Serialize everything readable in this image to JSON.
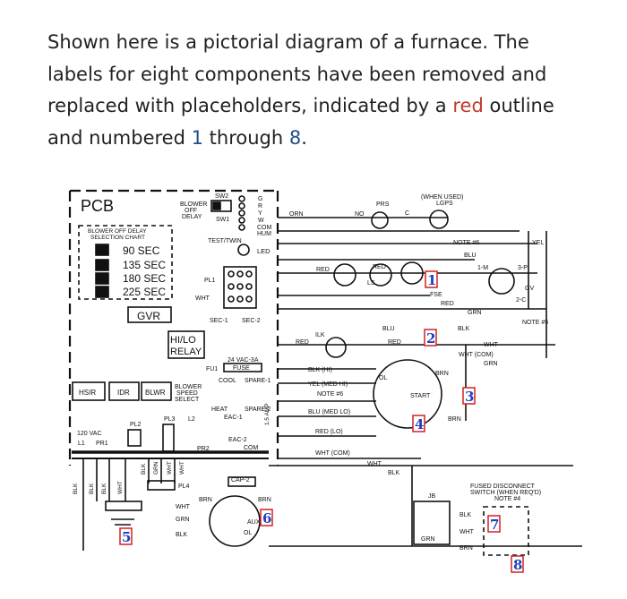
{
  "intro": {
    "part1": "Shown here is a pictorial diagram of a furnace.  The labels for eight components have been removed and replaced with placeholders, indicated by a ",
    "red_word": "red",
    "part2": " outline and numbered ",
    "num_first": "1",
    "part3": " through ",
    "num_last": "8",
    "part4": "."
  },
  "colors": {
    "red": "#c0392b",
    "blue": "#1f4e8c",
    "placeholder_outline": "#d42020",
    "placeholder_text": "#1f3fbf"
  },
  "diagram": {
    "pcb": "PCB",
    "blower_off_delay_label": "BLOWER OFF DELAY",
    "selection_chart_1": "BLOWER OFF DELAY",
    "selection_chart_2": "SELECTION CHART",
    "delays": [
      "90  SEC",
      "135 SEC",
      "180 SEC",
      "225 SEC"
    ],
    "gvr": "GVR",
    "hi_lo_1": "HI/LO",
    "hi_lo_2": "RELAY",
    "sw2": "SW2",
    "sw1": "SW1",
    "blower_off_delay_1": "BLOWER",
    "blower_off_delay_2": "OFF",
    "blower_off_delay_3": "DELAY",
    "test_twin": "TEST/TWIN",
    "led": "LED",
    "com": "COM",
    "hum": "HUM",
    "gryw": [
      "G",
      "R",
      "Y",
      "W"
    ],
    "pl1": "PL1",
    "wht": "WHT",
    "sec1": "SEC-1",
    "sec2": "SEC-2",
    "vac24": "24 VAC-3A",
    "fuse": "FUSE",
    "fu1": "FU1",
    "cool": "COOL",
    "spare1": "SPARE-1",
    "hsir": "HSIR",
    "idr": "IDR",
    "blwr": "BLWR",
    "blower_speed_1": "BLOWER",
    "blower_speed_2": "SPEED",
    "blower_speed_3": "SELECT",
    "heat": "HEAT",
    "spare2": "SPARE-2",
    "eac1": "EAC-1",
    "eac2": "EAC-2",
    "amp": "1.5 AMP",
    "vac120": "120  VAC",
    "l1": "L1",
    "pr1": "PR1",
    "pl2": "PL2",
    "pl3": "PL3",
    "l2": "L2",
    "pr2": "PR2",
    "pl4": "PL4",
    "blk": "BLK",
    "wht_short": "WHT",
    "grn": "GRN",
    "brn": "BRN",
    "cap2": "CAP-2",
    "aux": "AUX",
    "ol": "OL",
    "orn": "ORN",
    "no": "NO",
    "prs": "PRS",
    "c": "C",
    "when_used": "(WHEN USED)",
    "lgps": "LGPS",
    "note6": "NOTE #6",
    "yel": "YEL",
    "blu": "BLU",
    "red": "RED",
    "ls": "LS",
    "fse": "FSE",
    "one_m": "1-M",
    "three_p": "3-P",
    "gv": "GV",
    "two_c": "2-C",
    "note5": "NOTE #5",
    "ilk": "ILK",
    "blk_hi": "BLK (HI)",
    "yel_med_hi": "YEL (MED HI)",
    "note6b": "NOTE #6",
    "blu_med_lo": "BLU (MED LO)",
    "red_lo": "RED  (LO)",
    "wht_com": "WHT  (COM)",
    "wht_com2": "WHT (COM)",
    "start": "START",
    "jb": "JB",
    "fused_1": "FUSED DISCONNECT",
    "fused_2": "SWITCH (WHEN REQ'D)",
    "fused_3": "NOTE #4",
    "placeholders": [
      "1",
      "2",
      "3",
      "4",
      "5",
      "6",
      "7",
      "8"
    ]
  }
}
